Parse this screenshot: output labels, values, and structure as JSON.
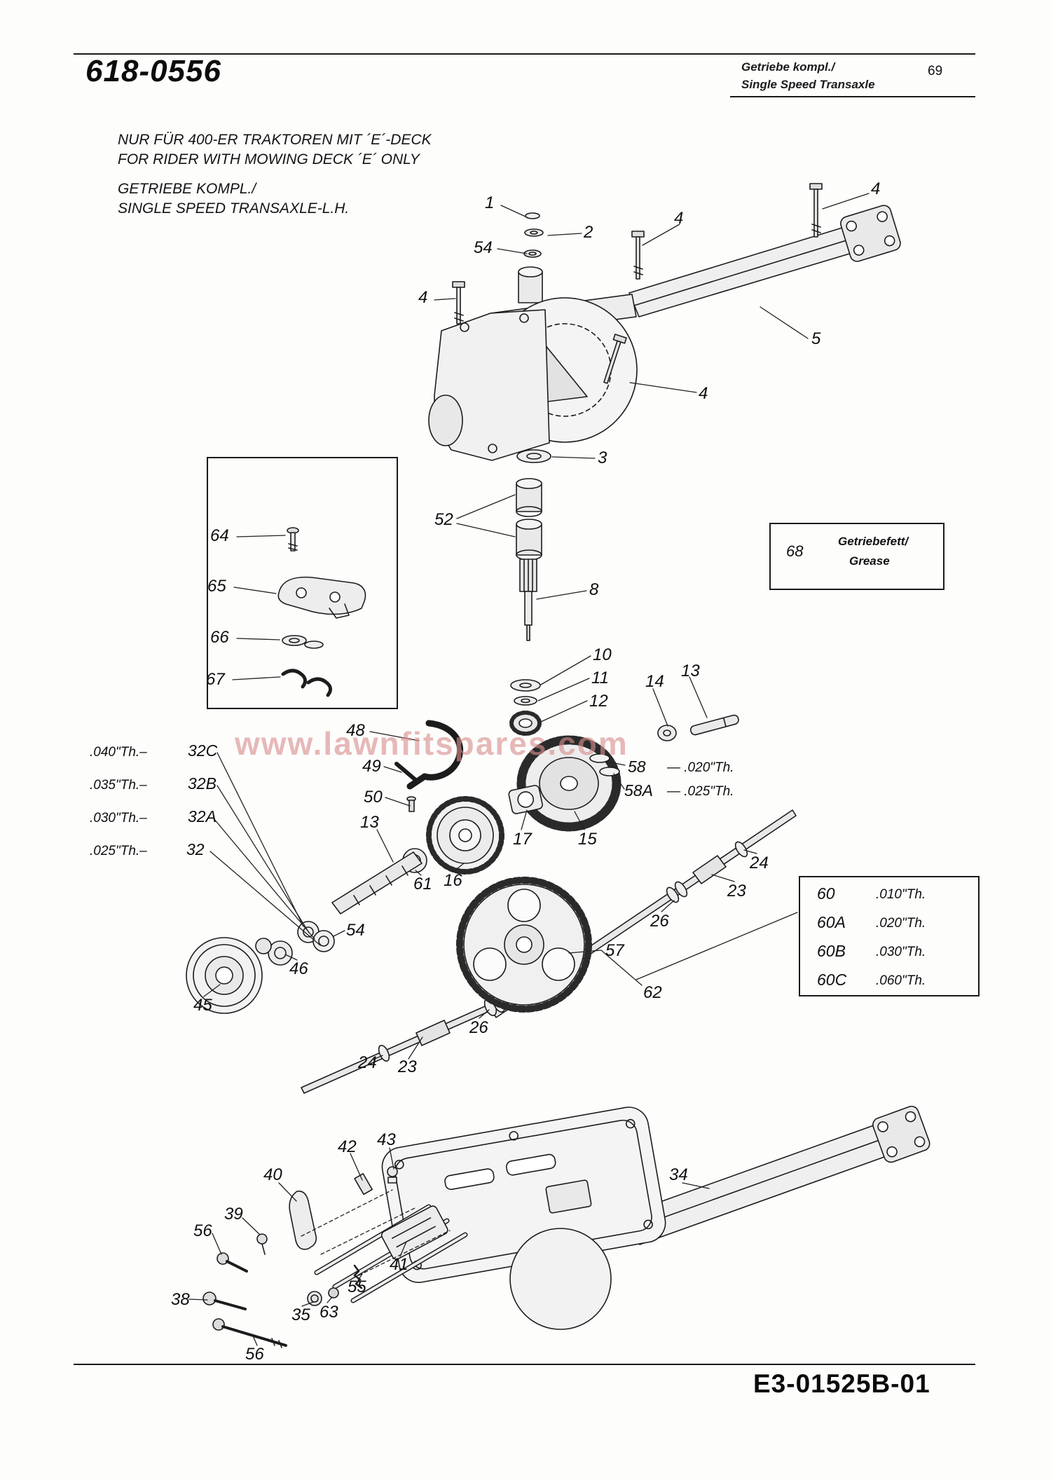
{
  "page": {
    "part_number": "618-0556",
    "header_right": {
      "line1": "Getriebe kompl./",
      "line2": "Single Speed Transaxle",
      "page_number": "69"
    },
    "subtitle_de": "NUR FÜR 400-ER TRAKTOREN MIT ´E´-DECK",
    "subtitle_en": "FOR RIDER WITH MOWING DECK ´E´ ONLY",
    "title_de": "GETRIEBE KOMPL./",
    "title_en": "SINGLE SPEED TRANSAXLE-L.H.",
    "footer_code": "E3-01525B-01",
    "watermark": "www.lawnfitspares.com"
  },
  "grease_note": {
    "ref": "68",
    "line1": "Getriebefett/",
    "line2": "Grease"
  },
  "shim_chart_32": {
    "rows": [
      {
        "thickness": ".040\"Th.–",
        "ref": "32C"
      },
      {
        "thickness": ".035\"Th.–",
        "ref": "32B"
      },
      {
        "thickness": ".030\"Th.–",
        "ref": "32A"
      },
      {
        "thickness": ".025\"Th.–",
        "ref": "32"
      }
    ]
  },
  "shim_chart_58": {
    "rows": [
      {
        "ref": "58",
        "thickness": "— .020\"Th."
      },
      {
        "ref": "58A",
        "thickness": "— .025\"Th."
      }
    ]
  },
  "shim_chart_60": {
    "rows": [
      {
        "ref": "60",
        "thickness": ".010\"Th."
      },
      {
        "ref": "60A",
        "thickness": ".020\"Th."
      },
      {
        "ref": "60B",
        "thickness": ".030\"Th."
      },
      {
        "ref": "60C",
        "thickness": ".060\"Th."
      }
    ]
  },
  "callouts": [
    {
      "text": "1"
    },
    {
      "text": "2"
    },
    {
      "text": "54"
    },
    {
      "text": "4"
    },
    {
      "text": "4"
    },
    {
      "text": "4"
    },
    {
      "text": "5"
    },
    {
      "text": "4"
    },
    {
      "text": "3"
    },
    {
      "text": "52"
    },
    {
      "text": "8"
    },
    {
      "text": "64"
    },
    {
      "text": "65"
    },
    {
      "text": "66"
    },
    {
      "text": "67"
    },
    {
      "text": "10"
    },
    {
      "text": "11"
    },
    {
      "text": "12"
    },
    {
      "text": "14"
    },
    {
      "text": "13"
    },
    {
      "text": "48"
    },
    {
      "text": "49"
    },
    {
      "text": "50"
    },
    {
      "text": "13"
    },
    {
      "text": "17"
    },
    {
      "text": "15"
    },
    {
      "text": "61"
    },
    {
      "text": "16"
    },
    {
      "text": "54"
    },
    {
      "text": "46"
    },
    {
      "text": "45"
    },
    {
      "text": "26"
    },
    {
      "text": "23"
    },
    {
      "text": "24"
    },
    {
      "text": "57"
    },
    {
      "text": "62"
    },
    {
      "text": "26"
    },
    {
      "text": "24"
    },
    {
      "text": "23"
    },
    {
      "text": "34"
    },
    {
      "text": "42"
    },
    {
      "text": "43"
    },
    {
      "text": "40"
    },
    {
      "text": "39"
    },
    {
      "text": "56"
    },
    {
      "text": "38"
    },
    {
      "text": "35"
    },
    {
      "text": "63"
    },
    {
      "text": "55"
    },
    {
      "text": "41"
    },
    {
      "text": "56"
    }
  ]
}
